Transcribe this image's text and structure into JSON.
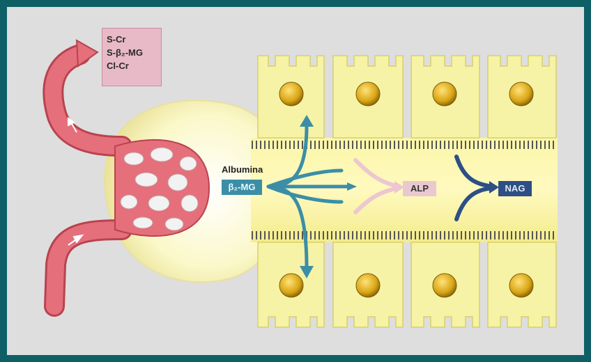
{
  "serum_labels": [
    "S-Cr",
    "S-β₂-MG",
    "Cl-Cr"
  ],
  "lumen_labels": {
    "albumin": "Albumina",
    "b2mg": "β₂-MG",
    "alp": "ALP",
    "nag": "NAG"
  },
  "colors": {
    "frame": "#0f5f66",
    "background": "#dedede",
    "vessel": "#e36a75",
    "cell": "#f6f3a6",
    "nucleus": "#e2b21a",
    "b2mg_arrow": "#3b8ea6",
    "alp_arrow": "#ecc7cf",
    "nag_arrow": "#2d4f86"
  }
}
